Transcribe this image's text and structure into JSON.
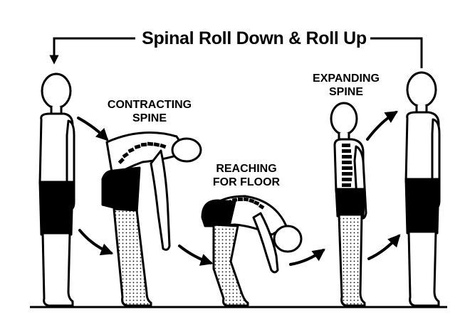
{
  "title": "Spinal Roll Down & Roll Up",
  "stages": {
    "contracting": {
      "line1": "CONTRACTING",
      "line2": "SPINE"
    },
    "reaching": {
      "line1": "REACHING",
      "line2": "FOR FLOOR"
    },
    "expanding": {
      "line1": "EXPANDING",
      "line2": "SPINE"
    }
  },
  "colors": {
    "ink": "#000000",
    "paper": "#ffffff"
  }
}
